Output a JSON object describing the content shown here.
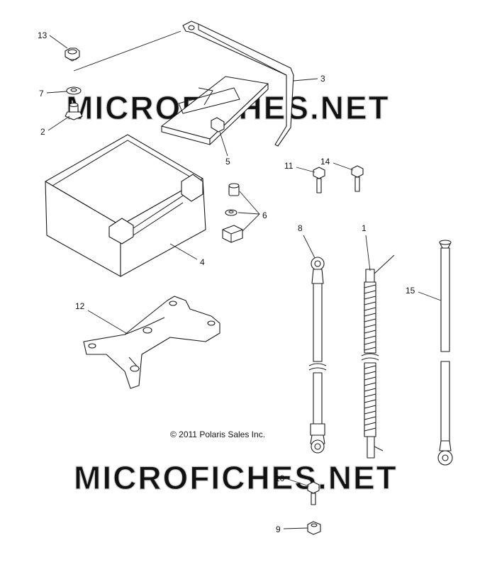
{
  "watermark": {
    "text": "MICROFICHES.NET",
    "color": "#d2d2d2"
  },
  "copyright": "© 2011 Polaris Sales Inc.",
  "callouts": {
    "n1": "1",
    "n2": "2",
    "n3": "3",
    "n4": "4",
    "n5": "5",
    "n6": "6",
    "n7": "7",
    "n8": "8",
    "n9": "9",
    "n10": "10",
    "n11": "11",
    "n12": "12",
    "n13": "13",
    "n14": "14",
    "n15": "15"
  }
}
